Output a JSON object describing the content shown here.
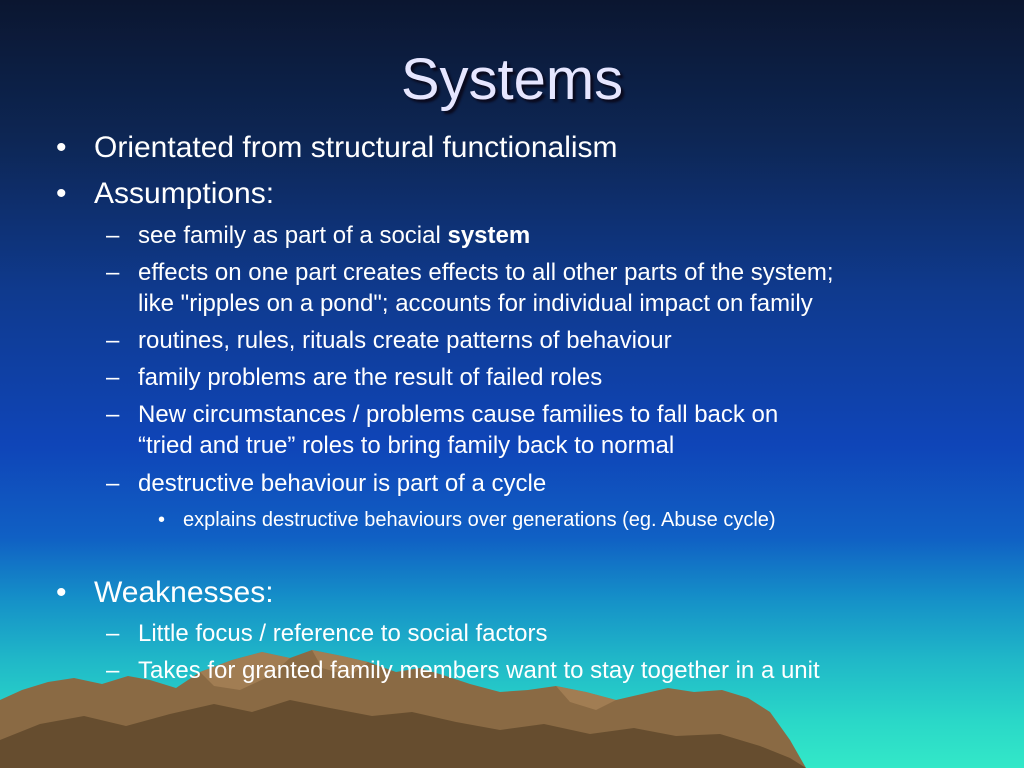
{
  "slide": {
    "title": "Systems",
    "bullet_glyph": "•",
    "dash_glyph": "–",
    "colors": {
      "text": "#ffffff",
      "title": "#e6e6ff",
      "mountain": "#8a6a44",
      "sea": "#33e8c8"
    },
    "items": {
      "origin": "Orientated from structural functionalism",
      "assumptions": {
        "heading": "Assumptions:",
        "social_system_pre": "see family as part of a social ",
        "social_system_bold": "system",
        "effects_line1": "effects on one part creates effects to all other parts of the system;",
        "effects_line2": "like \"ripples on a pond\"; accounts for individual impact on family",
        "routines": "routines, rules, rituals create patterns of behaviour",
        "problems": "family problems are the result of failed roles",
        "circumstances_line1": "New circumstances / problems cause families to fall back on",
        "circumstances_line2": "“tried and true” roles to bring family back to normal",
        "destructive": "destructive behaviour is part of a cycle",
        "destructive_sub": "explains destructive behaviours over generations (eg. Abuse cycle)"
      },
      "weaknesses": {
        "heading": "Weaknesses:",
        "social_factors": "Little focus / reference to social factors",
        "togetherness": "Takes for granted family members want to stay together in a unit"
      }
    }
  }
}
